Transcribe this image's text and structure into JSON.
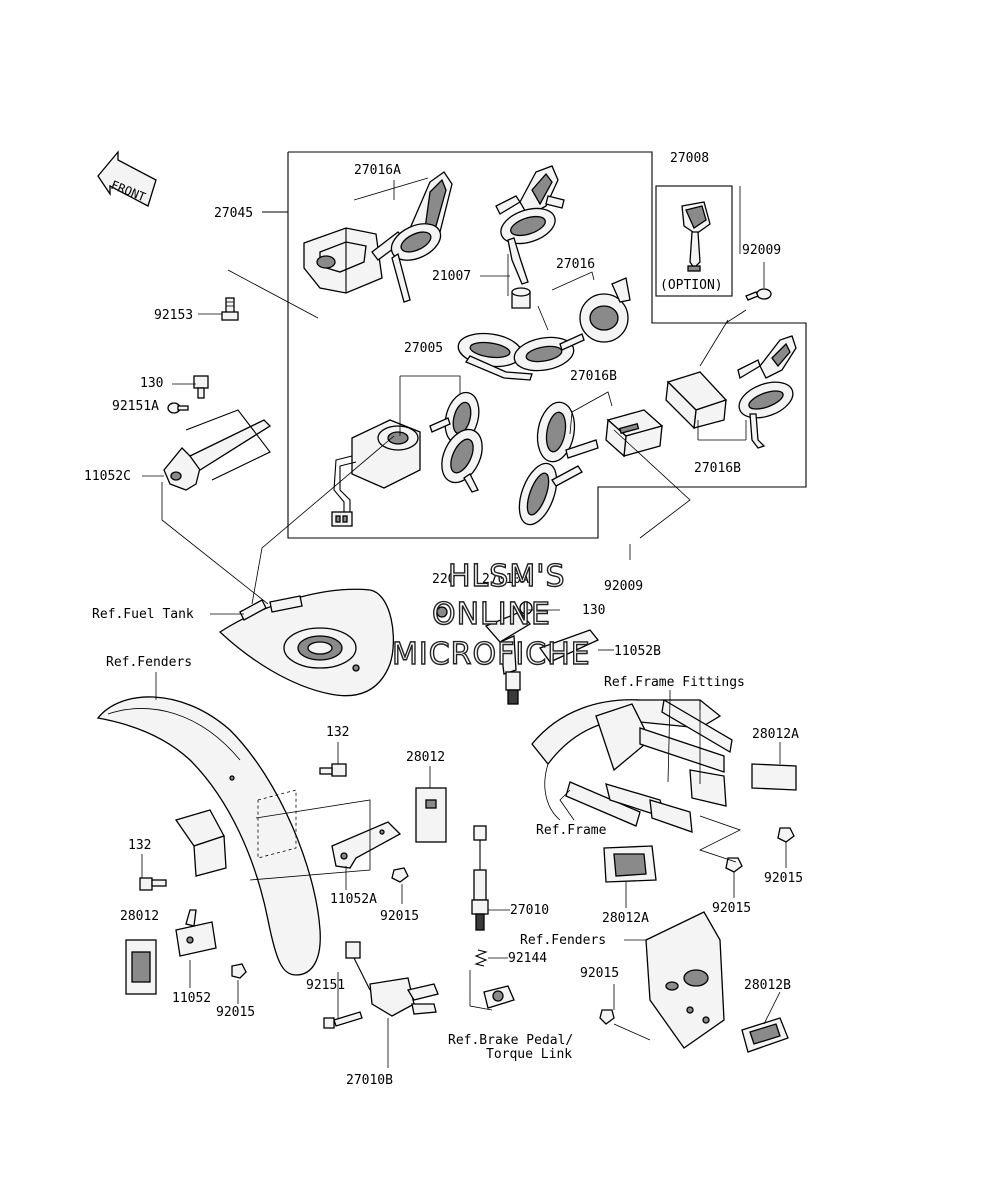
{
  "labels": {
    "front": "FRONT",
    "p27045": "27045",
    "p27016A": "27016A",
    "p21007": "21007",
    "p27016": "27016",
    "p27008": "27008",
    "option": "(OPTION)",
    "p92009_top": "92009",
    "p92153": "92153",
    "p130_left": "130",
    "p92151A": "92151A",
    "p11052C": "11052C",
    "p27005": "27005",
    "p27016B_mid": "27016B",
    "p27016B_right": "27016B",
    "p92009_mid": "92009",
    "ref_fuel_tank": "Ref.Fuel Tank",
    "p220": "220",
    "p27010A": "27010A",
    "p130_right": "130",
    "p11052B": "11052B",
    "ref_fenders_left": "Ref.Fenders",
    "ref_frame_fittings": "Ref.Frame Fittings",
    "p132_top": "132",
    "p28012_mid": "28012",
    "p28012A_right": "28012A",
    "ref_frame": "Ref.Frame",
    "p132_left": "132",
    "p11052A": "11052A",
    "p92015_mid": "92015",
    "p27010": "27010",
    "p92015_right": "92015",
    "p28012_left": "28012",
    "p28012A_low": "28012A",
    "p92015_low": "92015",
    "ref_fenders_right": "Ref.Fenders",
    "p92144": "92144",
    "p11052": "11052",
    "p92015_left": "92015",
    "p92151": "92151",
    "p92015_rear": "92015",
    "p28012B": "28012B",
    "ref_brake_pedal": "Ref.Brake Pedal/",
    "torque_link": "Torque Link",
    "p27010B": "27010B"
  },
  "watermark": {
    "line1": "HLSM'S",
    "line2": "ONLINE",
    "line3": "MICROFICHE"
  }
}
